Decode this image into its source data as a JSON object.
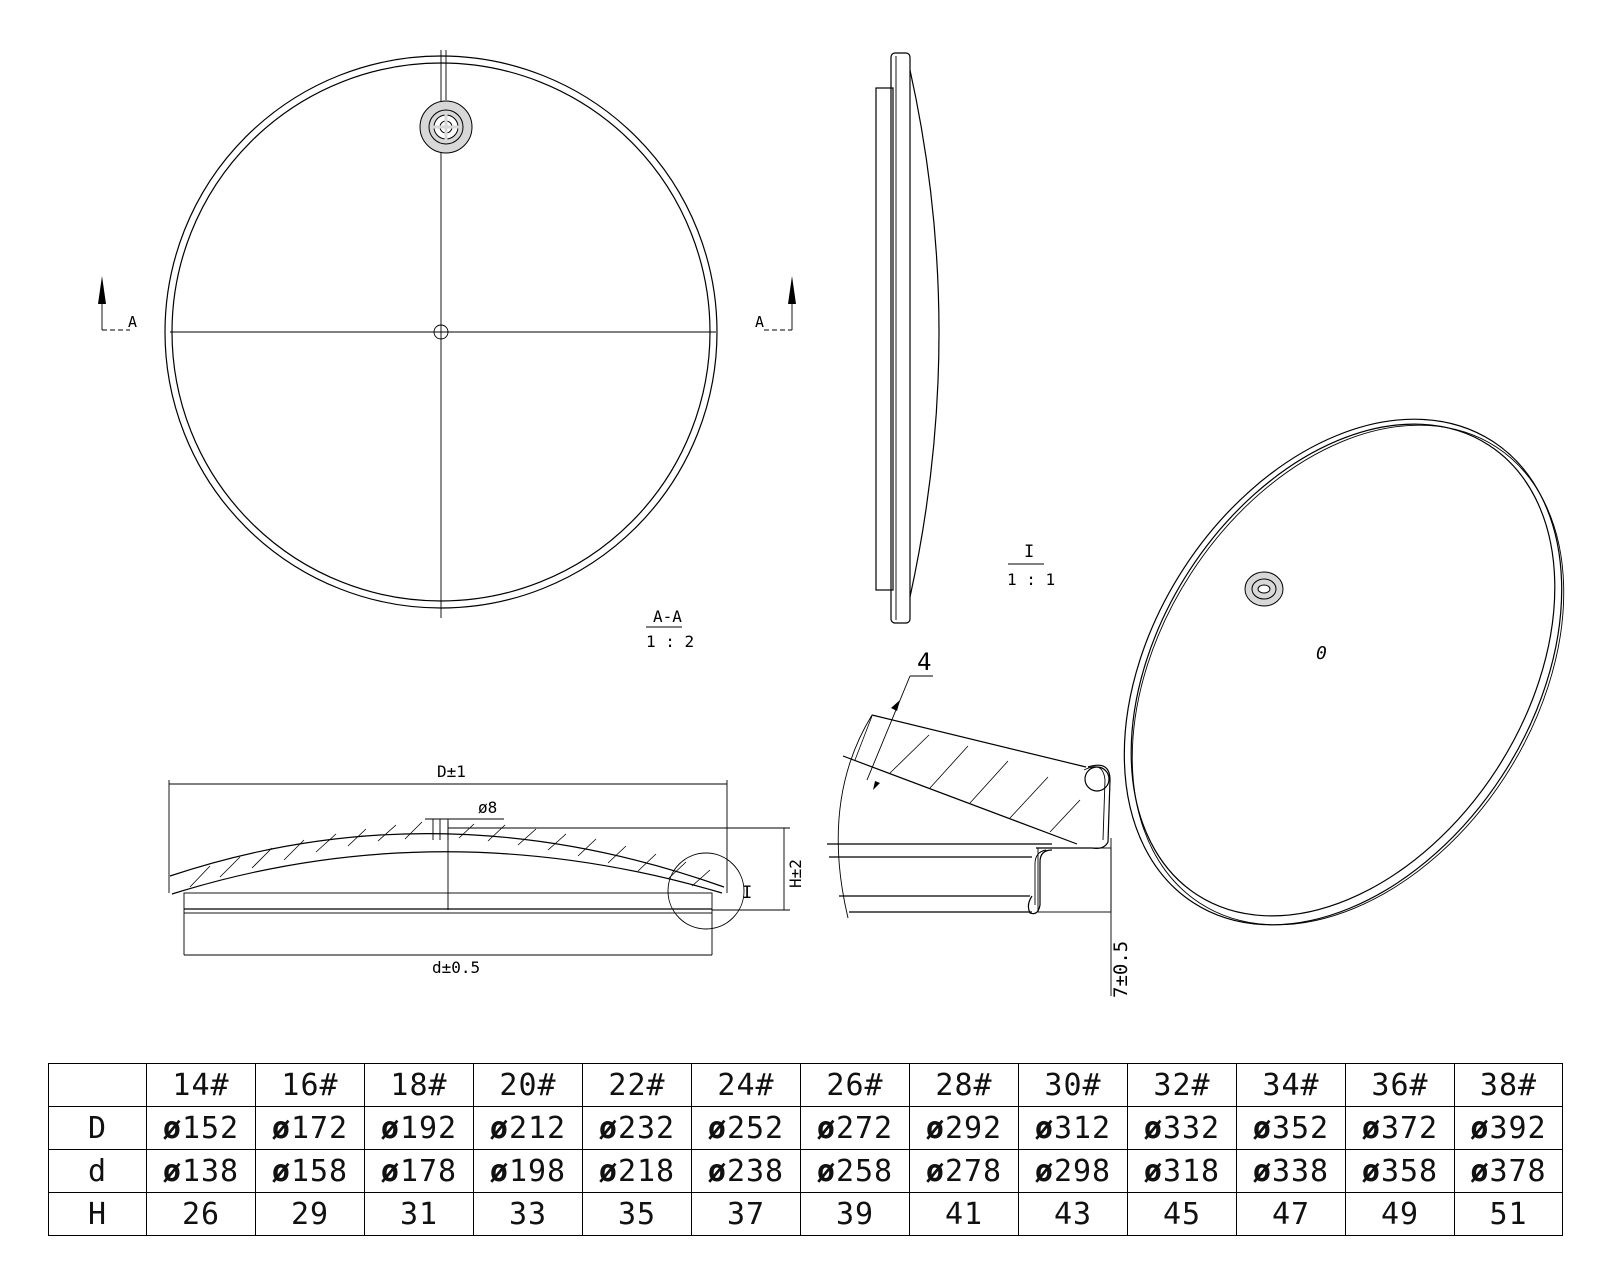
{
  "drawing": {
    "top_view": {
      "section_marker_left": "A",
      "section_marker_right": "A"
    },
    "section_label": {
      "name": "A-A",
      "scale": "1 : 2"
    },
    "detail_label": {
      "name": "I",
      "scale": "1 : 1"
    },
    "section_view": {
      "dim_D": "D±1",
      "dim_hole": "ø8",
      "dim_H": "H±2",
      "dim_d": "d±0.5",
      "detail_ref": "I"
    },
    "detail_view": {
      "dim_thickness": "4",
      "dim_flange": "7±0.5"
    },
    "iso_view": {
      "center_mark": "0"
    }
  },
  "table": {
    "header": [
      "",
      "14#",
      "16#",
      "18#",
      "20#",
      "22#",
      "24#",
      "26#",
      "28#",
      "30#",
      "32#",
      "34#",
      "36#",
      "38#"
    ],
    "rows": [
      {
        "label": "D",
        "values": [
          "152",
          "172",
          "192",
          "212",
          "232",
          "252",
          "272",
          "292",
          "312",
          "332",
          "352",
          "372",
          "392"
        ]
      },
      {
        "label": "d",
        "values": [
          "138",
          "158",
          "178",
          "198",
          "218",
          "238",
          "258",
          "278",
          "298",
          "318",
          "338",
          "358",
          "378"
        ]
      },
      {
        "label": "H",
        "values": [
          "26",
          "29",
          "31",
          "33",
          "35",
          "37",
          "39",
          "41",
          "43",
          "45",
          "47",
          "49",
          "51"
        ]
      }
    ],
    "diameter_symbol": "ø"
  }
}
